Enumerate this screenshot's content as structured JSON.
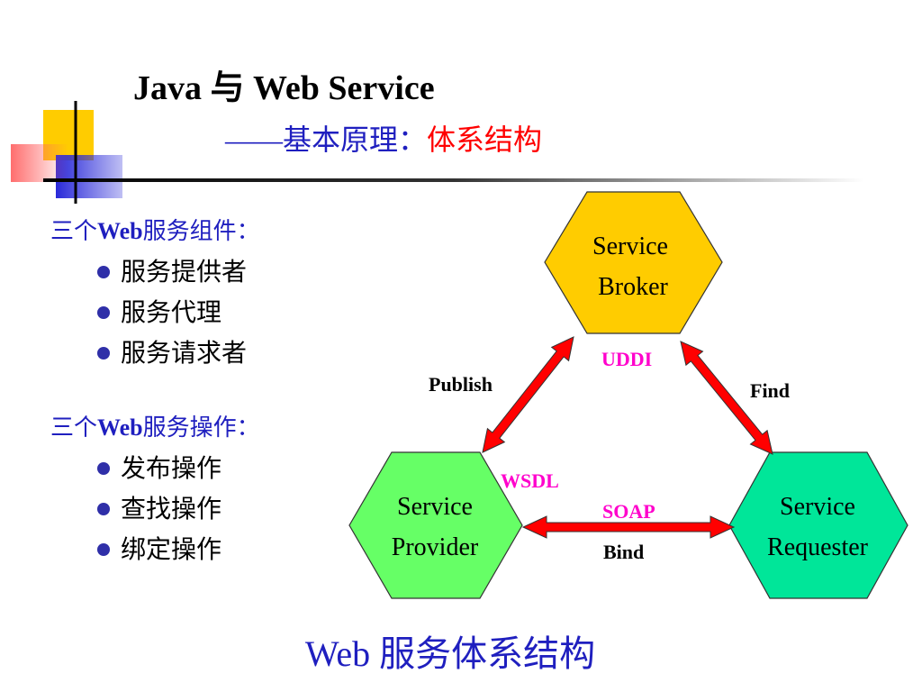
{
  "slide": {
    "title": "Java 与 Web Service",
    "subtitle_prefix": "——基本原理：",
    "subtitle_highlight": "体系结构",
    "caption": "Web 服务体系结构"
  },
  "components": {
    "heading_pre": "三个",
    "heading_bold": "Web",
    "heading_post": "服务组件：",
    "items": [
      "服务提供者",
      "服务代理",
      "服务请求者"
    ]
  },
  "operations": {
    "heading_pre": "三个",
    "heading_bold": "Web",
    "heading_post": "服务操作：",
    "items": [
      "发布操作",
      "查找操作",
      "绑定操作"
    ]
  },
  "diagram": {
    "broker": {
      "line1": "Service",
      "line2": "Broker",
      "fill": "#ffcc00"
    },
    "provider": {
      "line1": "Service",
      "line2": "Provider",
      "fill": "#66ff66"
    },
    "requester": {
      "line1": "Service",
      "line2": "Requester",
      "fill": "#00e699"
    },
    "labels": {
      "publish": "Publish",
      "find": "Find",
      "bind": "Bind",
      "uddi": "UDDI",
      "wsdl": "WSDL",
      "soap": "SOAP"
    },
    "colors": {
      "arrow": "#ff0000",
      "protocol": "#ff00cc"
    }
  }
}
